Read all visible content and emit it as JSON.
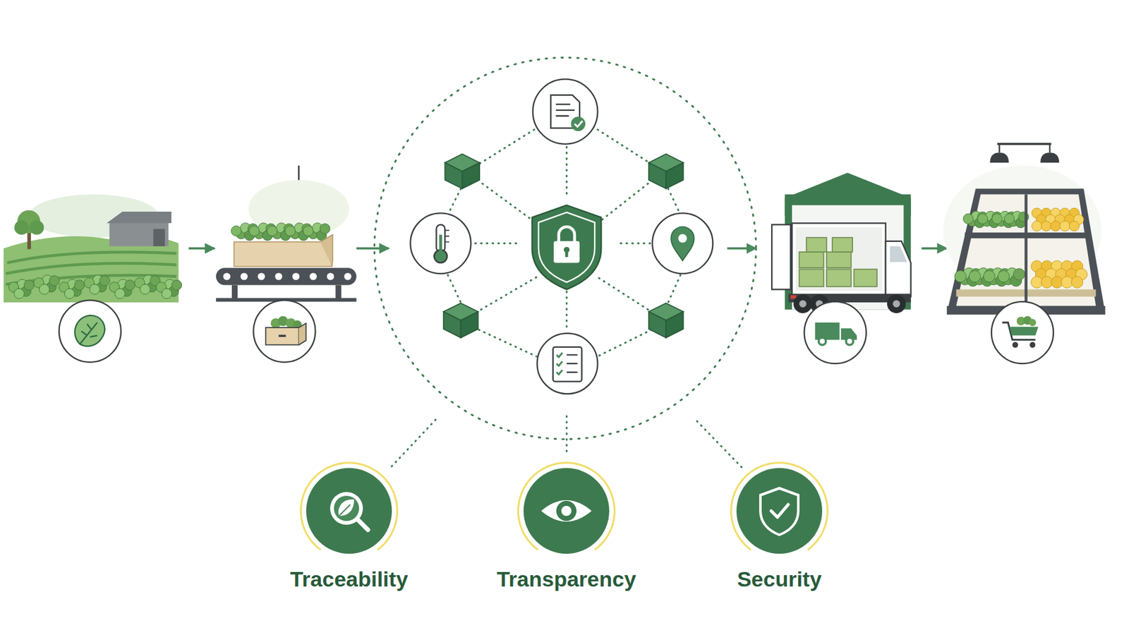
{
  "diagram": {
    "nodes": [
      {
        "text": [
          "Traceability"
        ]
      },
      {
        "text": [
          "Transparency"
        ]
      },
      {
        "text": [
          "Security"
        ]
      }
    ]
  }
}
